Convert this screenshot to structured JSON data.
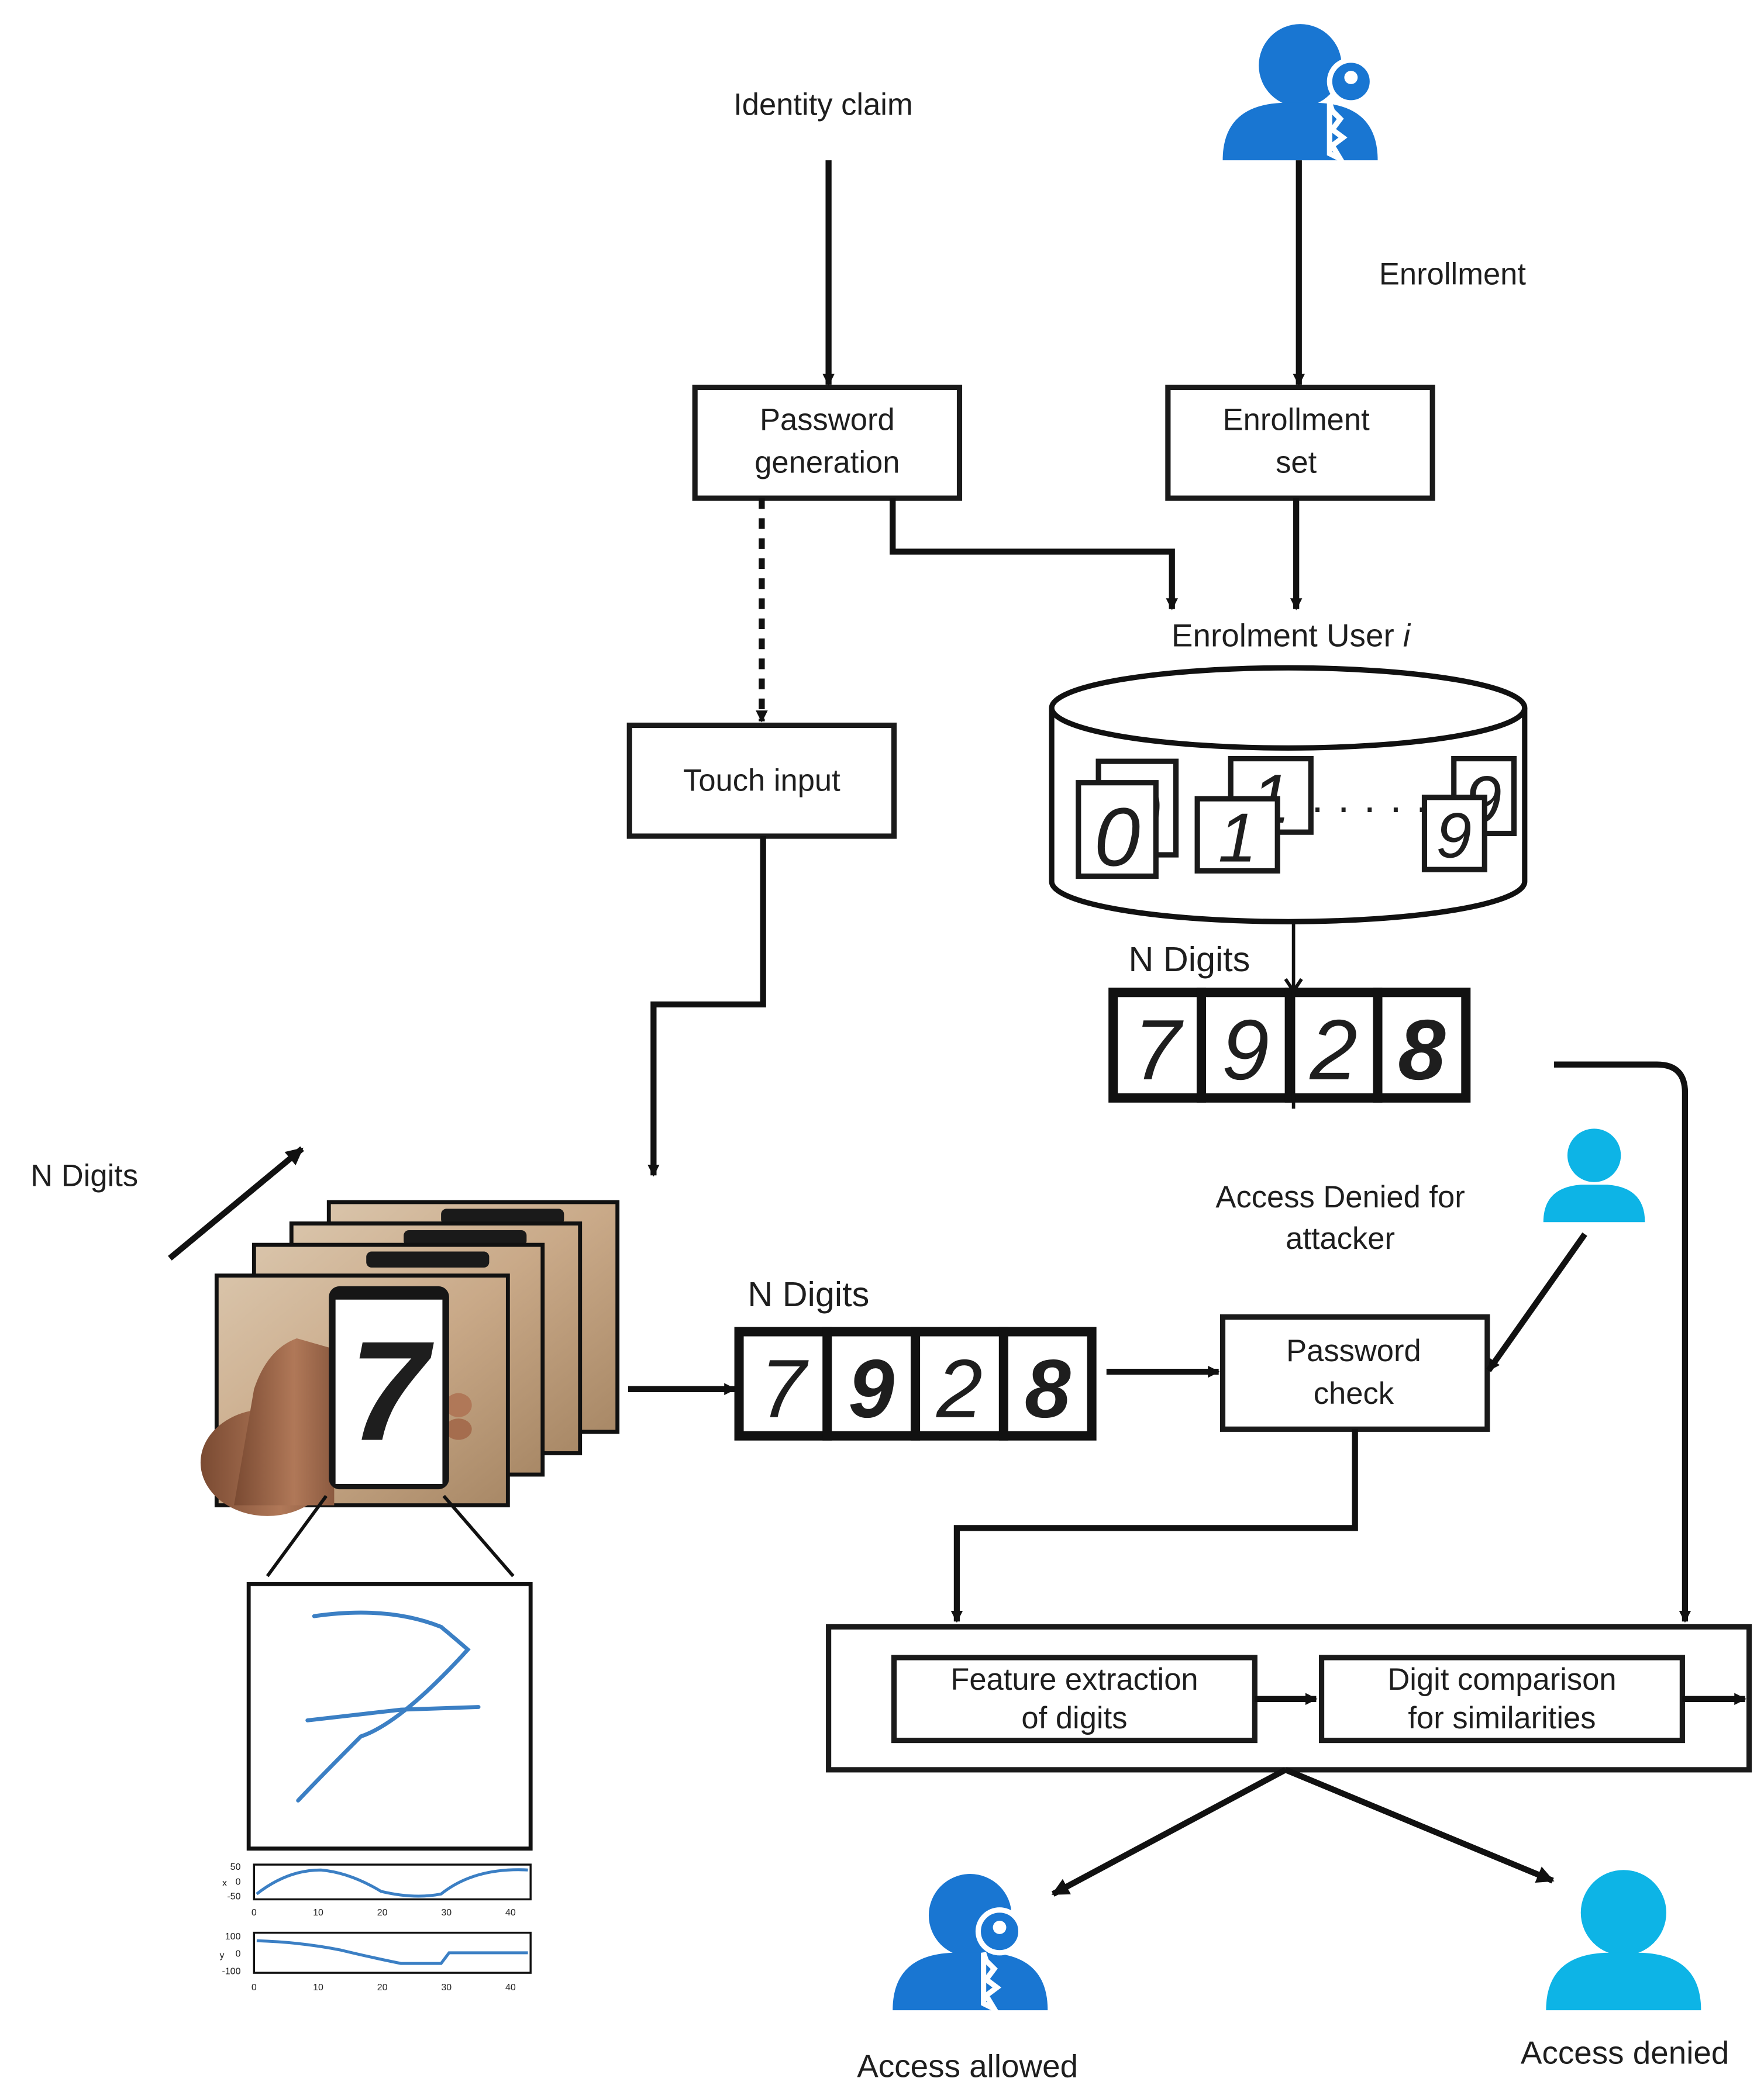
{
  "colors": {
    "user_blue": "#1976d2",
    "attacker_cyan": "#0db4e6",
    "stroke": "#111111",
    "trace_blue": "#3b7fc4"
  },
  "icons": {
    "enrolled_user": "user-with-key-icon",
    "attacker": "user-icon",
    "access_allowed": "user-with-key-icon",
    "access_denied": "user-icon"
  },
  "labels": {
    "identity_claim": "Identity claim",
    "enrollment": "Enrollment",
    "password_generation_1": "Password",
    "password_generation_2": "generation",
    "enrollment_set_1": "Enrollment",
    "enrollment_set_2": "set",
    "enrolment_user_prefix": "Enrolment User ",
    "enrolment_user_var": "i",
    "touch_input": "Touch input",
    "n_digits_db": "N Digits",
    "n_digits_frames": "N Digits",
    "n_digits_input": "N Digits",
    "access_denied_attacker_1": "Access Denied for",
    "access_denied_attacker_2": "attacker",
    "password_check_1": "Password",
    "password_check_2": "check",
    "feature_extraction_1": "Feature extraction",
    "feature_extraction_2": "of digits",
    "digit_comparison_1": "Digit comparison",
    "digit_comparison_2": "for similarities",
    "access_allowed": "Access allowed",
    "access_denied": "Access denied",
    "db_ellipsis": "· · · · ·"
  },
  "db_digits": [
    "0",
    "0",
    "1",
    "1",
    "9",
    "9"
  ],
  "enrolled_sequence": [
    "7",
    "9",
    "2",
    "8"
  ],
  "input_sequence": [
    "7",
    "9",
    "2",
    "8"
  ],
  "frame_digit": "7",
  "plots": {
    "top": {
      "ylabel": "x",
      "yticks": [
        "50",
        "0",
        "-50"
      ],
      "xticks": [
        "0",
        "10",
        "20",
        "30",
        "40"
      ]
    },
    "bottom": {
      "ylabel": "y",
      "yticks": [
        "100",
        "0",
        "-100"
      ],
      "xticks": [
        "0",
        "10",
        "20",
        "30",
        "40"
      ]
    }
  }
}
